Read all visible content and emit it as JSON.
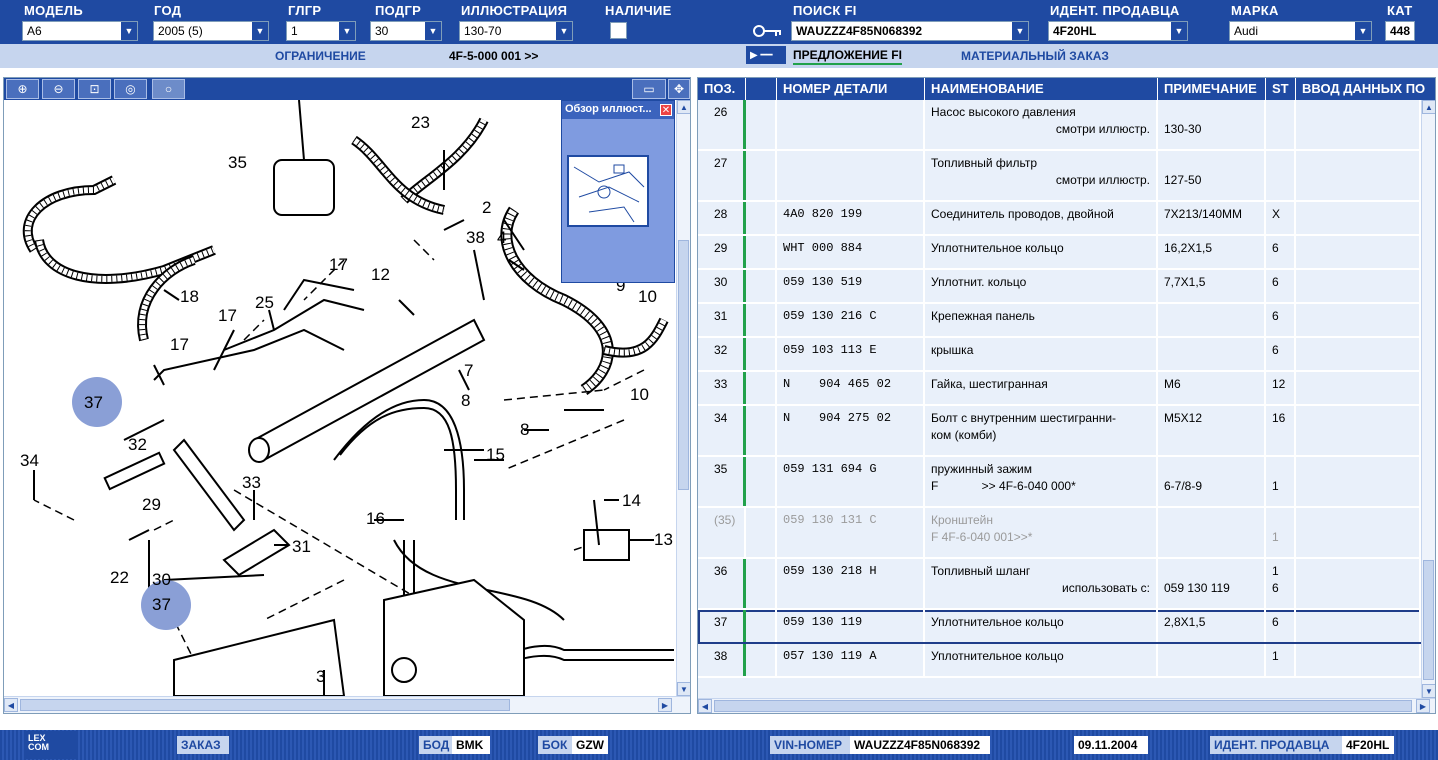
{
  "top": {
    "model_label": "МОДЕЛЬ",
    "model_value": "A6",
    "year_label": "ГОД",
    "year_value": "2005 (5)",
    "glgr_label": "ГЛГР",
    "glgr_value": "1",
    "podgr_label": "ПОДГР",
    "podgr_value": "30",
    "illustration_label": "ИЛЛЮСТРАЦИЯ",
    "illustration_value": "130-70",
    "availability_label": "НАЛИЧИЕ",
    "search_fi_label": "ПОИСК FI",
    "search_fi_value": "WAUZZZ4F85N068392",
    "dealer_id_label": "ИДЕНТ. ПРОДАВЦА",
    "dealer_id_value": "4F20HL",
    "brand_label": "МАРКА",
    "brand_value": "Audi",
    "cat_label": "КАТ",
    "cat_value": "448"
  },
  "subbar": {
    "restriction_label": "ОГРАНИЧЕНИЕ",
    "restriction_value": "4F-5-000 001 >>",
    "fi_offer": "ПРЕДЛОЖЕНИЕ FI",
    "material_order": "МАТЕРИАЛЬНЫЙ ЗАКАЗ"
  },
  "overview": {
    "title": "Обзор иллюст..."
  },
  "diagram": {
    "labels": [
      "23",
      "35",
      "2",
      "38",
      "4",
      "17",
      "12",
      "18",
      "17",
      "25",
      "17",
      "9",
      "10",
      "37",
      "7",
      "8",
      "10",
      "8",
      "15",
      "32",
      "34",
      "29",
      "33",
      "31",
      "16",
      "14",
      "13",
      "22",
      "30",
      "37",
      "3"
    ]
  },
  "table": {
    "headers": [
      "ПОЗ.",
      "",
      "НОМЕР ДЕТАЛИ",
      "НАИМЕНОВАНИЕ",
      "ПРИМЕЧАНИЕ",
      "ST",
      "ВВОД ДАННЫХ ПО"
    ],
    "rows": [
      {
        "pos": "26",
        "part": "",
        "name": "Насос высокого давления",
        "name2": "смотри иллюстр.",
        "note": "",
        "note2": "130-30",
        "st": "",
        "st2": ""
      },
      {
        "pos": "27",
        "part": "",
        "name": "Топливный фильтр",
        "name2": "смотри иллюстр.",
        "note": "",
        "note2": "127-50",
        "st": "",
        "st2": ""
      },
      {
        "pos": "28",
        "part": "4A0 820 199",
        "name": "Соединитель проводов, двойной",
        "name2": "",
        "note": "7X213/140MM",
        "note2": "",
        "st": "X",
        "st2": ""
      },
      {
        "pos": "29",
        "part": "WHT 000 884",
        "name": "Уплотнительное кольцо",
        "name2": "",
        "note": "16,2X1,5",
        "note2": "",
        "st": "6",
        "st2": ""
      },
      {
        "pos": "30",
        "part": "059 130 519",
        "name": "Уплотнит. кольцо",
        "name2": "",
        "note": "7,7X1,5",
        "note2": "",
        "st": "6",
        "st2": ""
      },
      {
        "pos": "31",
        "part": "059 130 216 C",
        "name": "Крепежная панель",
        "name2": "",
        "note": "",
        "note2": "",
        "st": "6",
        "st2": ""
      },
      {
        "pos": "32",
        "part": "059 103 113 E",
        "name": "крышка",
        "name2": "",
        "note": "",
        "note2": "",
        "st": "6",
        "st2": ""
      },
      {
        "pos": "33",
        "part": "N    904 465 02",
        "name": "Гайка, шестигранная",
        "name2": "",
        "note": "M6",
        "note2": "",
        "st": "12",
        "st2": ""
      },
      {
        "pos": "34",
        "part": "N    904 275 02",
        "name": "Болт с внутренним шестигранни-",
        "name2": "ком (комби)",
        "note": "M5X12",
        "note2": "",
        "st": "16",
        "st2": ""
      },
      {
        "pos": "35",
        "part": "059 131 694 G",
        "name": "пружинный зажим",
        "name2": "F             >> 4F-6-040 000*",
        "note": "",
        "note2": "6-7/8-9",
        "st": "",
        "st2": "1"
      },
      {
        "pos": "(35)",
        "part": "059 130 131 C",
        "name": "Кронштейн",
        "name2": "F 4F-6-040 001>>*",
        "note": "",
        "note2": "",
        "st": "",
        "st2": "1"
      },
      {
        "pos": "36",
        "part": "059 130 218 H",
        "name": "Топливный шланг",
        "name2": "использовать с:",
        "note": "",
        "note2": "059 130 119",
        "st": "1",
        "st2": "6"
      },
      {
        "pos": "37",
        "part": "059 130 119",
        "name": "Уплотнительное кольцо",
        "name2": "",
        "note": "2,8X1,5",
        "note2": "",
        "st": "6",
        "st2": ""
      },
      {
        "pos": "38",
        "part": "057 130 119 A",
        "name": "Уплотнительное кольцо",
        "name2": "",
        "note": "",
        "note2": "",
        "st": "1",
        "st2": ""
      }
    ]
  },
  "bottom": {
    "logo_line1": "LEX",
    "logo_line2": "COM",
    "order_label": "ЗАКАЗ",
    "bod_label": "БОД",
    "bod_value": "BMK",
    "bok_label": "БОК",
    "bok_value": "GZW",
    "vin_label": "VIN-НОМЕР",
    "vin_value": "WAUZZZ4F85N068392",
    "date_value": "09.11.2004",
    "dealer_label": "ИДЕНТ. ПРОДАВЦА",
    "dealer_value": "4F20HL"
  },
  "colors": {
    "accent": "#1f4aa2",
    "light": "#c6d5ee",
    "row_bg": "#e9f0fa",
    "green": "#22a14a",
    "highlight_circle": "#8a9fd6"
  }
}
